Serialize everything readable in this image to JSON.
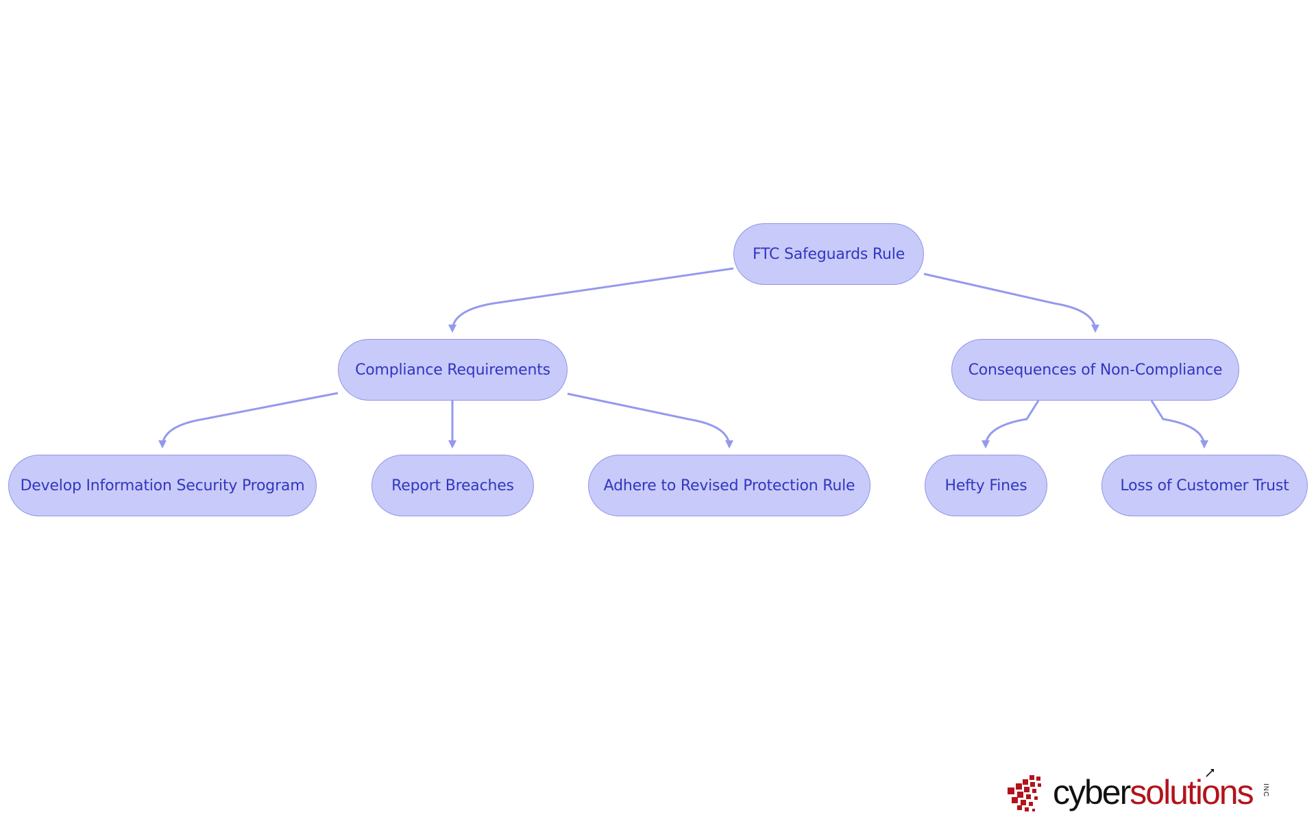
{
  "theme": {
    "node_fill": "#c8caf9",
    "node_border": "#8f95e8",
    "node_text": "#3236c0",
    "edge_color": "#9499ee",
    "logo_dark": "#111111",
    "logo_red": "#b3131b"
  },
  "diagram": {
    "type": "hierarchy",
    "nodes": [
      {
        "id": "root",
        "label": "FTC Safeguards Rule"
      },
      {
        "id": "compliance",
        "label": "Compliance Requirements"
      },
      {
        "id": "consequences",
        "label": "Consequences of Non-Compliance"
      },
      {
        "id": "develop",
        "label": "Develop Information Security Program"
      },
      {
        "id": "report",
        "label": "Report Breaches"
      },
      {
        "id": "adhere",
        "label": "Adhere to Revised Protection Rule"
      },
      {
        "id": "fines",
        "label": "Hefty Fines"
      },
      {
        "id": "trust",
        "label": "Loss of Customer Trust"
      }
    ],
    "edges": [
      {
        "from": "root",
        "to": "compliance"
      },
      {
        "from": "root",
        "to": "consequences"
      },
      {
        "from": "compliance",
        "to": "develop"
      },
      {
        "from": "compliance",
        "to": "report"
      },
      {
        "from": "compliance",
        "to": "adhere"
      },
      {
        "from": "consequences",
        "to": "fines"
      },
      {
        "from": "consequences",
        "to": "trust"
      }
    ]
  },
  "logo": {
    "word_dark": "cyber",
    "word_red": "solutions",
    "suffix": "INC",
    "icon": "red-pixel-arrow-logo-icon"
  }
}
